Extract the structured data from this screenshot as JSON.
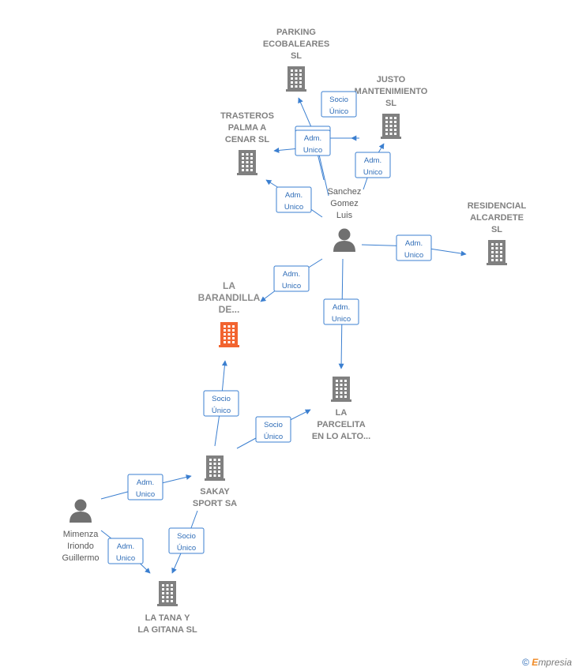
{
  "colors": {
    "edge": "#3b7fd0",
    "company_icon": "#808080",
    "focus_icon": "#f26430",
    "person_icon": "#707070"
  },
  "nodes": {
    "parking": {
      "label": [
        "PARKING",
        "ECOBALEARES",
        "SL"
      ],
      "icon": "building-icon"
    },
    "justo": {
      "label": [
        "JUSTO",
        "MANTENIMIENTO",
        "SL"
      ],
      "icon": "building-icon"
    },
    "trasteros": {
      "label": [
        "TRASTEROS",
        "PALMA A",
        "CENAR  SL"
      ],
      "icon": "building-icon"
    },
    "sanchez": {
      "label": [
        "Sanchez",
        "Gomez",
        "Luis"
      ],
      "icon": "person-icon"
    },
    "residencial": {
      "label": [
        "RESIDENCIAL",
        "ALCARDETE",
        "SL"
      ],
      "icon": "building-icon"
    },
    "barandilla": {
      "label": [
        "LA",
        "BARANDILLA",
        "DE..."
      ],
      "icon": "building-icon",
      "focus": true
    },
    "parcelita": {
      "label": [
        "LA",
        "PARCELITA",
        "EN LO ALTO..."
      ],
      "icon": "building-icon"
    },
    "sakay": {
      "label": [
        "SAKAY",
        "SPORT SA"
      ],
      "icon": "building-icon"
    },
    "mimenza": {
      "label": [
        "Mimenza",
        "Iriondo",
        "Guillermo"
      ],
      "icon": "person-icon"
    },
    "tana": {
      "label": [
        "LA TANA Y",
        "LA GITANA  SL"
      ],
      "icon": "building-icon"
    }
  },
  "edges": [
    {
      "from": "sanchez",
      "to": "parking",
      "label": [
        "Adm.",
        "Unico"
      ]
    },
    {
      "from": "sanchez",
      "to": "justo",
      "label": [
        "Socio",
        "Único"
      ]
    },
    {
      "from": "sanchez",
      "to": "justo",
      "label": [
        "Adm.",
        "Unico"
      ]
    },
    {
      "from": "sanchez",
      "to": "trasteros",
      "label": [
        "Adm.",
        "Unico"
      ]
    },
    {
      "from": "sanchez",
      "to": "trasteros",
      "label": [
        "Adm.",
        "Unico"
      ]
    },
    {
      "from": "sanchez",
      "to": "residencial",
      "label": [
        "Adm.",
        "Unico"
      ]
    },
    {
      "from": "sanchez",
      "to": "barandilla",
      "label": [
        "Adm.",
        "Unico"
      ]
    },
    {
      "from": "sanchez",
      "to": "parcelita",
      "label": [
        "Adm.",
        "Unico"
      ]
    },
    {
      "from": "sakay",
      "to": "barandilla",
      "label": [
        "Socio",
        "Único"
      ]
    },
    {
      "from": "sakay",
      "to": "parcelita",
      "label": [
        "Socio",
        "Único"
      ]
    },
    {
      "from": "mimenza",
      "to": "sakay",
      "label": [
        "Adm.",
        "Unico"
      ]
    },
    {
      "from": "mimenza",
      "to": "tana",
      "label": [
        "Adm.",
        "Unico"
      ]
    },
    {
      "from": "sakay",
      "to": "tana",
      "label": [
        "Socio",
        "Único"
      ]
    }
  ],
  "brand": {
    "copyright": "©",
    "e": "E",
    "rest": "mpresia"
  }
}
